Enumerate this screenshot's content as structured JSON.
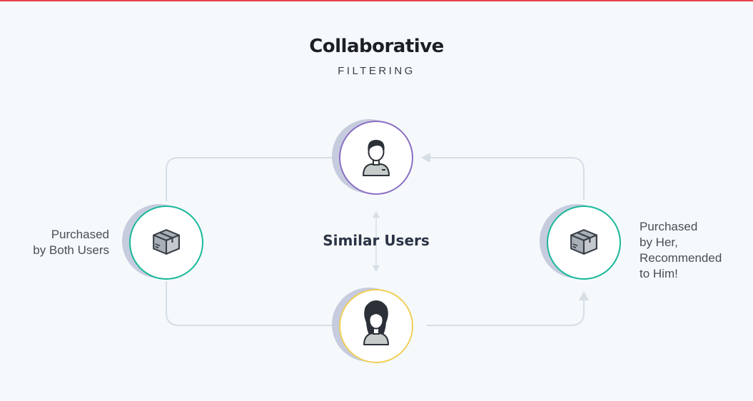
{
  "title": "Collaborative",
  "subtitle": "FILTERING",
  "center_label": "Similar Users",
  "left_label": "Purchased\nby Both Users",
  "right_label": "Purchased\nby Her,\nRecommended\nto Him!",
  "colors": {
    "accent_bar": "#e8434b",
    "male_ring": "#8a6fc4",
    "female_ring": "#f0cf58",
    "product_ring": "#19b89a",
    "connector": "#d6dee6",
    "shadow": "#c6ccde"
  },
  "nodes": [
    {
      "id": "male-user",
      "icon": "man-avatar-icon"
    },
    {
      "id": "female-user",
      "icon": "woman-avatar-icon"
    },
    {
      "id": "left-product",
      "icon": "package-box-icon"
    },
    {
      "id": "right-product",
      "icon": "package-box-icon"
    }
  ]
}
